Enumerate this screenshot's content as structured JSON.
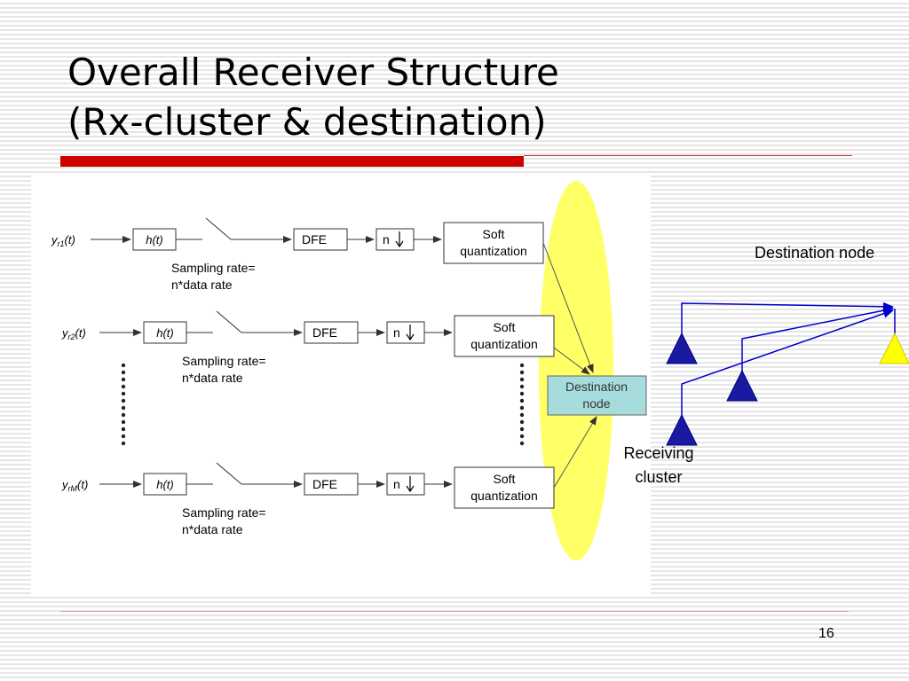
{
  "slide": {
    "title_line1": "Overall Receiver Structure",
    "title_line2": "(Rx-cluster & destination)",
    "page_number": "16"
  },
  "diagram": {
    "rows": [
      {
        "input": "y",
        "input_sub": "r1",
        "input_arg": "(t)",
        "filter": "h(t)",
        "dfe": "DFE",
        "down": "n",
        "soft_line1": "Soft",
        "soft_line2": "quantization",
        "sampling_line1": "Sampling rate=",
        "sampling_line2": "n*data rate"
      },
      {
        "input": "y",
        "input_sub": "r2",
        "input_arg": "(t)",
        "filter": "h(t)",
        "dfe": "DFE",
        "down": "n",
        "soft_line1": "Soft",
        "soft_line2": "quantization",
        "sampling_line1": "Sampling rate=",
        "sampling_line2": "n*data rate"
      },
      {
        "input": "y",
        "input_sub": "rM",
        "input_arg": "(t)",
        "filter": "h(t)",
        "dfe": "DFE",
        "down": "n",
        "soft_line1": "Soft",
        "soft_line2": "quantization",
        "sampling_line1": "Sampling rate=",
        "sampling_line2": "n*data rate"
      }
    ],
    "destination_box_line1": "Destination",
    "destination_box_line2": "node",
    "destination_node_label": "Destination node",
    "receiving_cluster_line1": "Receiving",
    "receiving_cluster_line2": "cluster",
    "colors": {
      "highlight_ellipse": "#ffff66",
      "destination_box": "#a6dcdc",
      "antenna_blue": "#1a1aa0",
      "link_blue": "#0000cc",
      "destination_antenna": "#ffff00",
      "title_bar": "#cc0000"
    }
  }
}
